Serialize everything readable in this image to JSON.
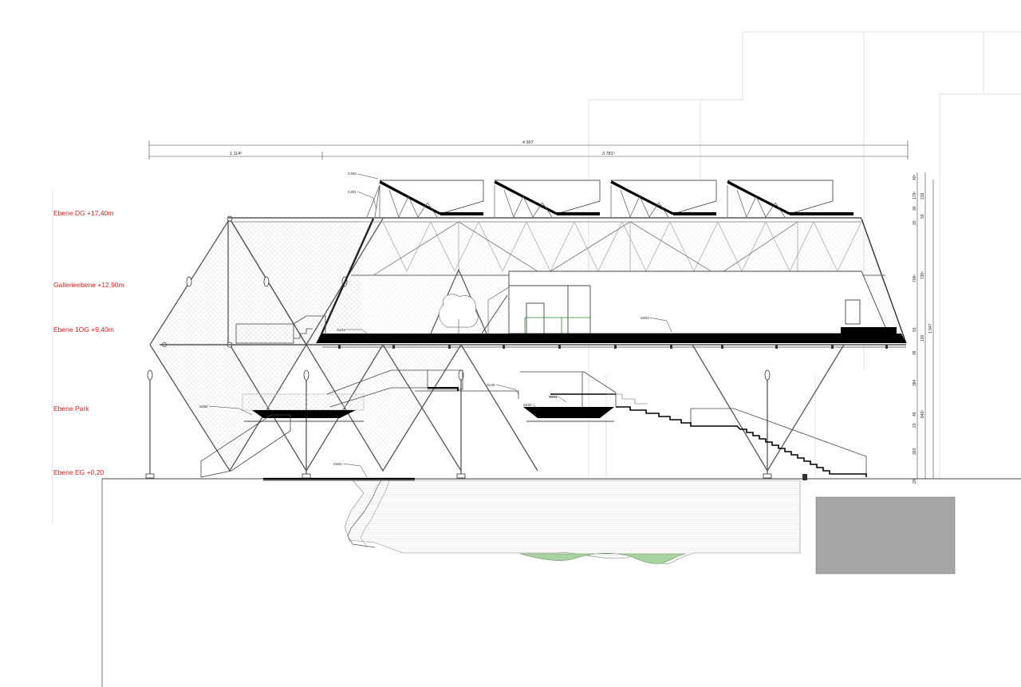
{
  "levels": {
    "dg": "Ebene DG +17,40m",
    "gallerie": "Gallerieebene +12,90m",
    "og1": "Ebene 1OG +9,40m",
    "park": "Ebene Park",
    "eg": "Ebene EG +0,20"
  },
  "dimensions": {
    "total": "4 907",
    "left_segment": "1 114⁵",
    "right_segment": "3 781⁵",
    "vertical": {
      "v1": "40⁵",
      "v2": "179⁵",
      "v3": "219",
      "v4": "30",
      "v5": "50",
      "v6": "20",
      "v7": "706⁵",
      "v8": "730⁵",
      "v9": "91",
      "v10": "130",
      "v11": "1 947",
      "v12": "39",
      "v13": "384",
      "v14": "49",
      "v15": "840⁵",
      "v16": "21",
      "v17": "393",
      "v18": "20"
    }
  },
  "tags": {
    "c402": "C402",
    "c401": "C401",
    "s101_top": "S101",
    "s301": "S301",
    "s240": "S240",
    "s250": "S250",
    "s220": "S220",
    "s201": "S201",
    "s101_bottom": "S101"
  },
  "colors": {
    "level_text": "#e0201b",
    "ground_block": "#a6a6a6",
    "water": "#a8d3a0"
  }
}
